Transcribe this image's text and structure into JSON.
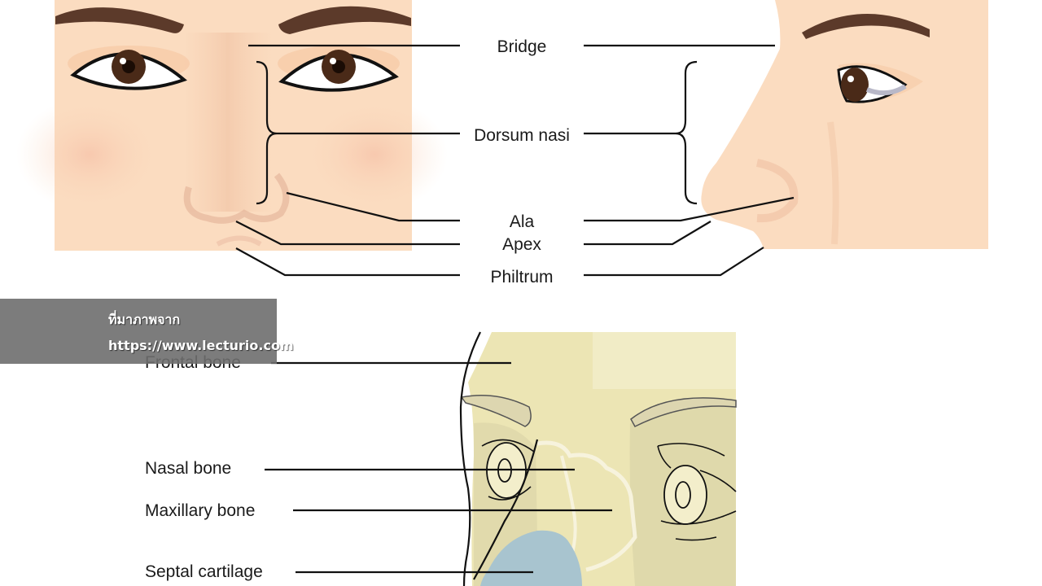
{
  "top_labels": {
    "bridge": "Bridge",
    "dorsum_nasi": "Dorsum nasi",
    "ala": "Ala",
    "apex": "Apex",
    "philtrum": "Philtrum"
  },
  "bottom_labels": {
    "frontal_bone": "Frontal bone",
    "nasal_bone": "Nasal bone",
    "maxillary_bone": "Maxillary bone",
    "septal_cartilage": "Septal cartilage"
  },
  "source_banner": {
    "line1": "ที่มาภาพจาก",
    "line2": "https://www.lecturio.com"
  },
  "colors": {
    "skin": "#fbdcc0",
    "skin_shadow": "#f1c4a6",
    "skull": "#ece5b4",
    "cartilage": "#a8c4cf",
    "brow": "#5c3a2a",
    "iris": "#4a2a18"
  }
}
